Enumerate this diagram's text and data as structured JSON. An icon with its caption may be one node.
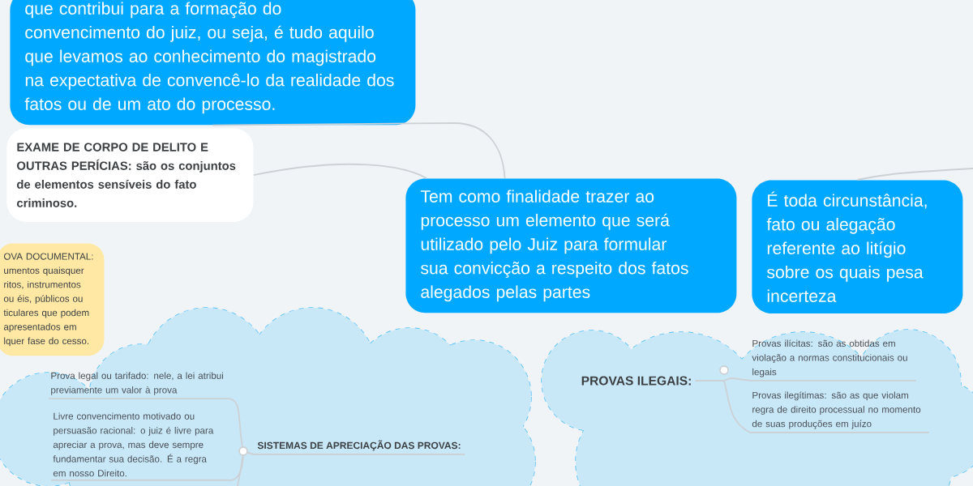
{
  "diagram": {
    "nodes": [
      {
        "text": [
          "que contribui para a formação do convencimento do juiz, ou seja, é tudo aquilo que levamos ao conhecimento do magistrado na expectativa de convencê-lo da realidade dos fatos ou de um ato do processo."
        ]
      },
      {
        "text": [
          "EXAME DE CORPO DE DELITO E OUTRAS PERÍCIAS:  são os conjuntos de elementos sensíveis do fato criminoso."
        ]
      },
      {
        "text": [
          "OVA DOCUMENTAL: umentos quaisquer ritos, instrumentos ou éis, públicos ou ticulares que podem apresentados em lquer fase do cesso."
        ]
      },
      {
        "text": [],
        "shape": "cloud"
      },
      {
        "text": [
          "SISTEMAS DE APRECIAÇÃO DAS PROVAS:"
        ],
        "in": 3
      },
      {
        "text": [
          "Prova legal ou tarifado: nele, a lei atribui previamente um valor à prova"
        ],
        "in": 3
      },
      {
        "text": [
          "Livre convencimento motivado ou persuasão racional: o juiz é livre para apreciar a prova, mas deve sempre fundamentar sua decisão. É a regra em nosso Direito."
        ],
        "in": 3
      },
      {
        "text": [
          "Tem como finalidade trazer ao processo um elemento que será utilizado pelo Juiz para formular sua convicção a respeito dos fatos alegados pelas partes"
        ]
      },
      {
        "text": [
          "É toda circunstância, fato ou alegação referente ao litígio sobre os quais pesa incerteza"
        ]
      },
      {
        "text": [],
        "shape": "cloud"
      },
      {
        "text": [
          "PROVAS ILEGAIS:"
        ],
        "in": 9
      },
      {
        "text": [
          "Provas ilícitas: são as obtidas em violação a normas constitucionais ou legais"
        ],
        "in": 9
      },
      {
        "text": [
          "Provas ilegítimas: são as que violam regra de direito processual no momento de suas produções em juízo"
        ],
        "in": 9
      }
    ],
    "edges": [
      {
        "from": 4,
        "to": 5,
        "arrow": "none"
      },
      {
        "from": 4,
        "to": 6,
        "arrow": "none"
      },
      {
        "from": 4,
        "to": null,
        "arrow": "none"
      },
      {
        "from": 10,
        "to": 11,
        "arrow": "none"
      },
      {
        "from": 10,
        "to": 12,
        "arrow": "none"
      },
      {
        "from": 0,
        "to": 7,
        "arrow": "none"
      },
      {
        "from": 1,
        "to": 7,
        "arrow": "none"
      },
      {
        "from": 8,
        "to": null,
        "arrow": "none"
      }
    ]
  }
}
